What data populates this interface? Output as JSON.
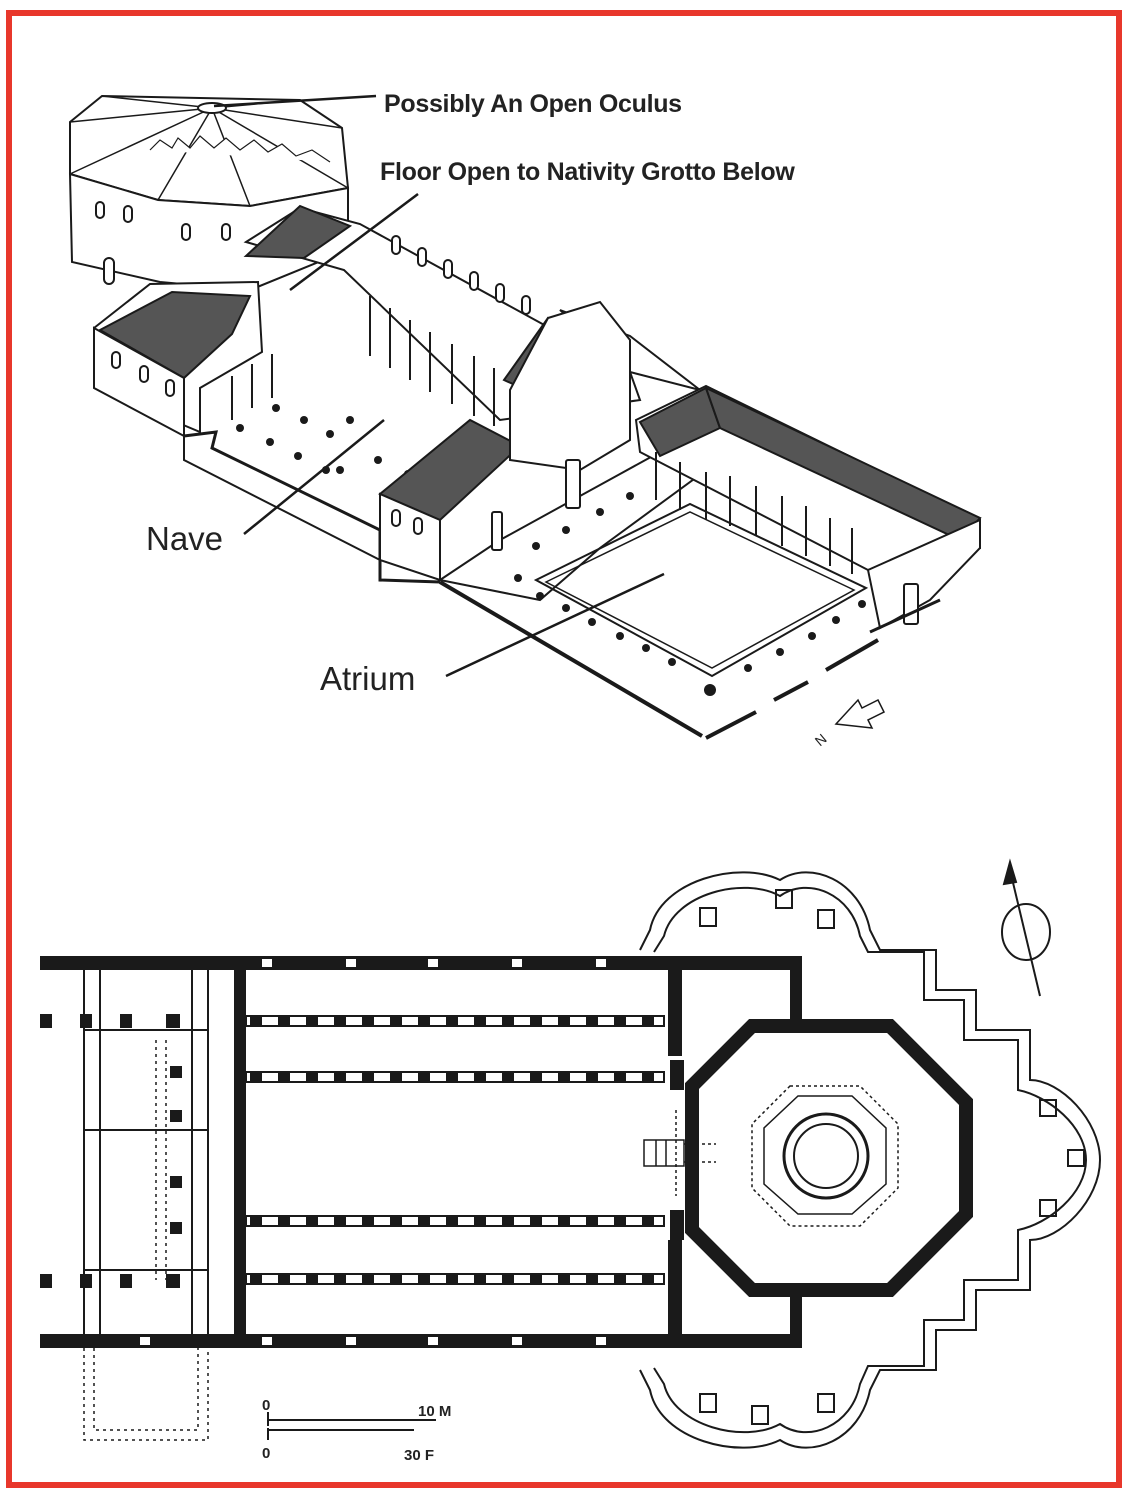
{
  "figure": {
    "frame_color": "#e8372b",
    "line_color": "#1a1a1a"
  },
  "axonometric": {
    "labels": {
      "oculus": "Possibly An Open Oculus",
      "floor_open": "Floor Open to Nativity Grotto Below",
      "nave": "Nave",
      "atrium": "Atrium"
    },
    "north_arrow_letter": "N"
  },
  "plan": {
    "scale": {
      "metric_zero": "0",
      "metric_end": "10 M",
      "feet_zero": "0",
      "feet_end": "30 F"
    }
  }
}
